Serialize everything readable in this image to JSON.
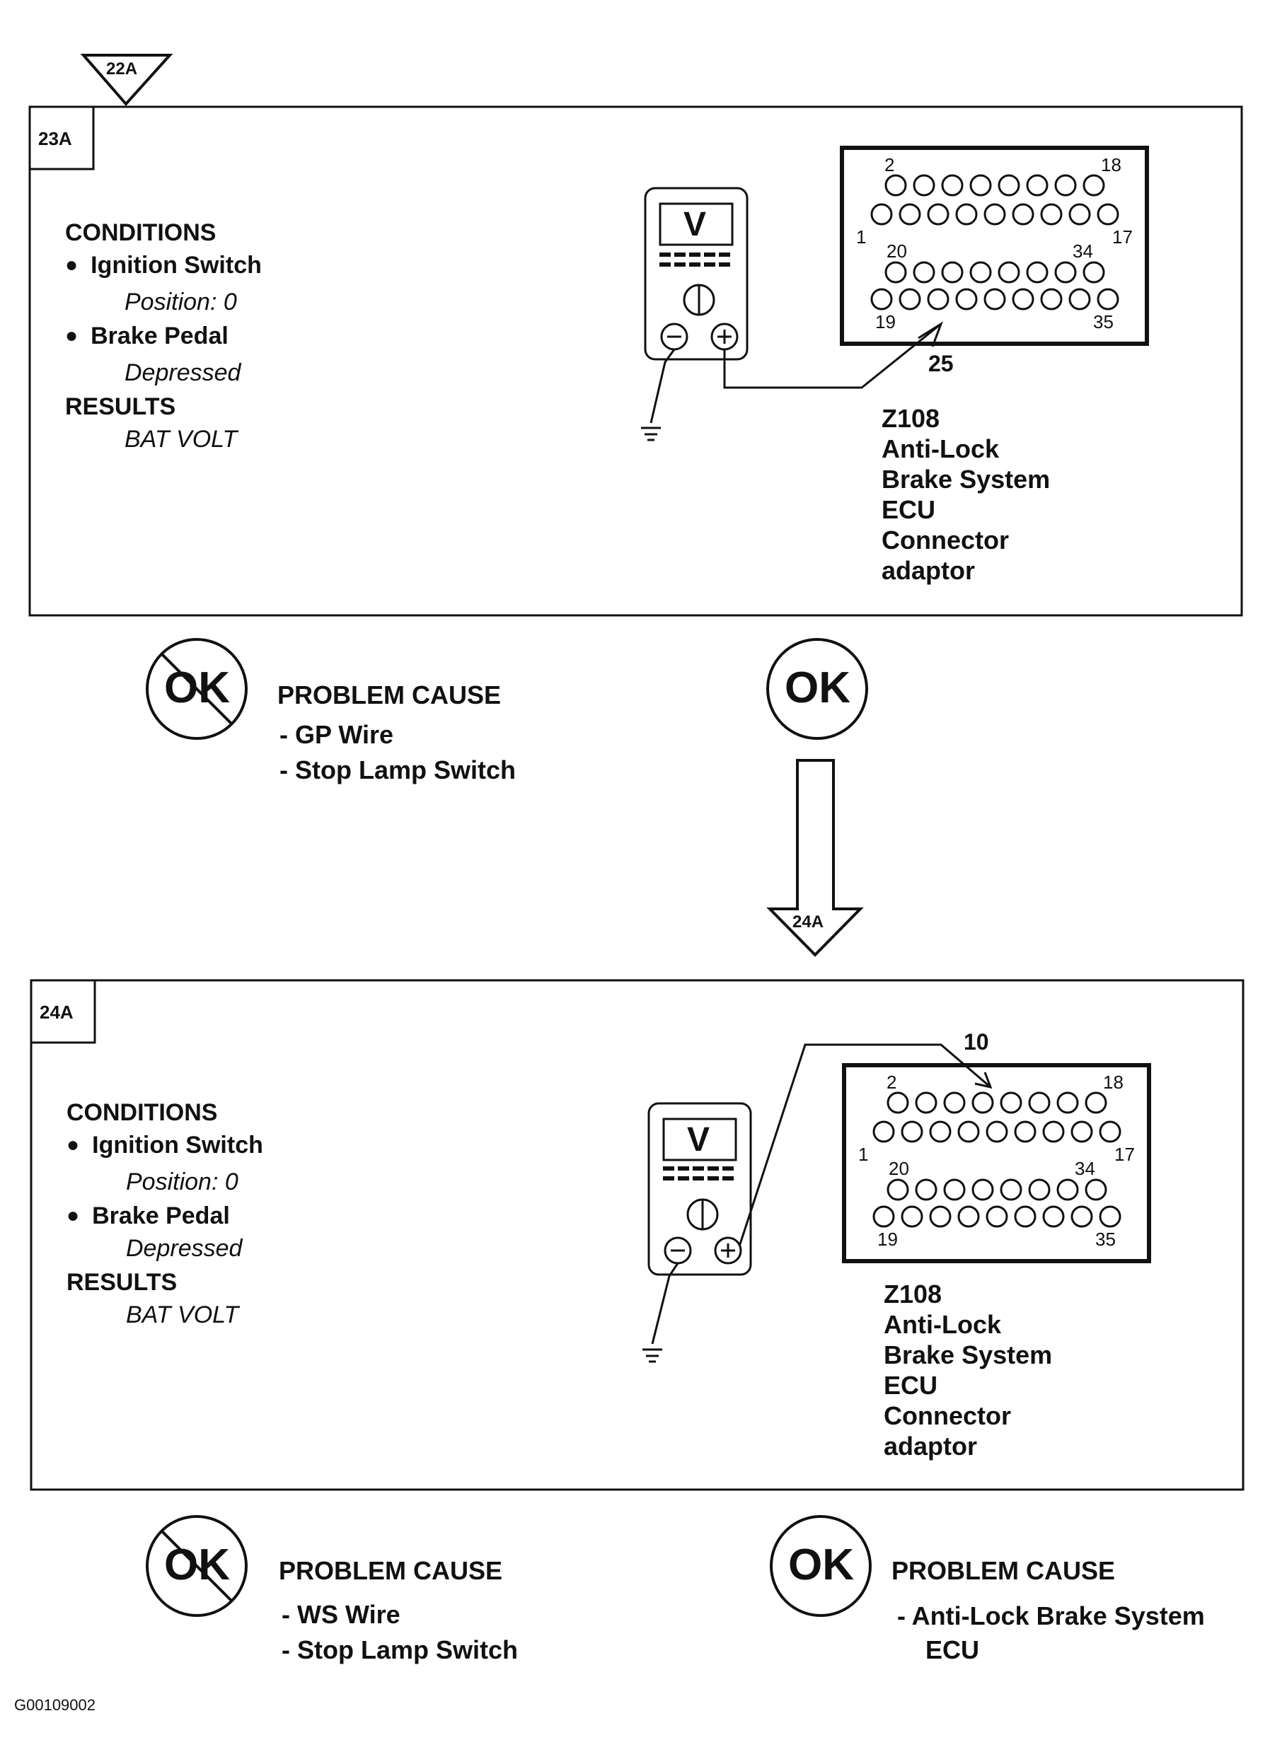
{
  "flow": {
    "top_arrow_label": "22A",
    "mid_arrow_label": "24A",
    "figure_id": "G00109002"
  },
  "step_23a": {
    "step_id": "23A",
    "conditions_heading": "CONDITIONS",
    "condition_1": "Ignition Switch",
    "condition_1_value": "Position: 0",
    "condition_2": "Brake Pedal",
    "condition_2_value": "Depressed",
    "results_heading": "RESULTS",
    "results_value": "BAT VOLT",
    "meter_symbol": "V",
    "connector": {
      "pin_labels": {
        "top_left": "2",
        "top_right": "18",
        "left": "1",
        "right": "17",
        "mid_left": "20",
        "mid_right": "34",
        "bottom_left": "19",
        "bottom_right": "35"
      },
      "probed_pin": "25",
      "name_lines": [
        "Z108",
        "Anti-Lock",
        "Brake System",
        "ECU",
        "Connector",
        "adaptor"
      ]
    },
    "not_ok": {
      "badge": "OK",
      "heading": "PROBLEM CAUSE",
      "causes": [
        "- GP  Wire",
        "- Stop Lamp Switch"
      ]
    },
    "ok": {
      "badge": "OK"
    }
  },
  "step_24a": {
    "step_id": "24A",
    "conditions_heading": "CONDITIONS",
    "condition_1": "Ignition Switch",
    "condition_1_value": "Position: 0",
    "condition_2": "Brake Pedal",
    "condition_2_value": "Depressed",
    "results_heading": "RESULTS",
    "results_value": "BAT VOLT",
    "meter_symbol": "V",
    "connector": {
      "pin_labels": {
        "top_left": "2",
        "top_right": "18",
        "left": "1",
        "right": "17",
        "mid_left": "20",
        "mid_right": "34",
        "bottom_left": "19",
        "bottom_right": "35"
      },
      "probed_pin": "10",
      "name_lines": [
        "Z108",
        "Anti-Lock",
        "Brake System",
        "ECU",
        "Connector",
        "adaptor"
      ]
    },
    "not_ok": {
      "badge": "OK",
      "heading": "PROBLEM CAUSE",
      "causes": [
        "- WS Wire",
        "- Stop Lamp Switch"
      ]
    },
    "ok": {
      "badge": "OK",
      "heading": "PROBLEM CAUSE",
      "causes": [
        "- Anti-Lock Brake System",
        "ECU"
      ]
    }
  }
}
